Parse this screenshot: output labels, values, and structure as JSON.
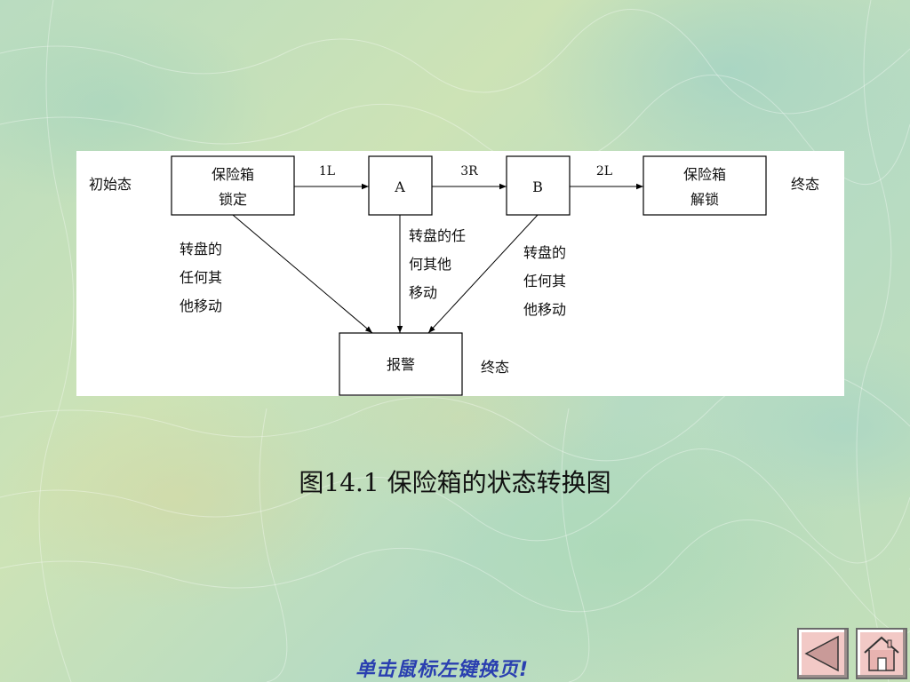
{
  "diagram": {
    "initial_state_label": "初始态",
    "final_state_label_top": "终态",
    "final_state_label_bottom": "终态",
    "nodes": {
      "locked": {
        "line1": "保险箱",
        "line2": "锁定"
      },
      "a": {
        "label": "A"
      },
      "b": {
        "label": "B"
      },
      "unlocked": {
        "line1": "保险箱",
        "line2": "解锁"
      },
      "alarm": {
        "label": "报警"
      }
    },
    "edges": {
      "locked_to_a": "1L",
      "a_to_b": "3R",
      "b_to_unlocked": "2L",
      "left_other": [
        "转盘的",
        "任何其",
        "他移动"
      ],
      "mid_other": [
        "转盘的任",
        "何其他",
        "移动"
      ],
      "right_other": [
        "转盘的",
        "任何其",
        "他移动"
      ]
    }
  },
  "caption": "图14.1  保险箱的状态转换图",
  "footer": {
    "hint": "单击鼠标左键换页!",
    "prev_icon": "triangle-left-icon",
    "home_icon": "home-icon"
  }
}
